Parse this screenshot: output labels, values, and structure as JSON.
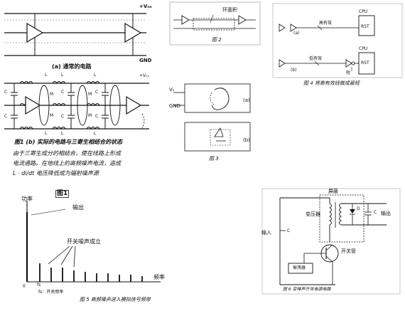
{
  "page_label": "图1",
  "fig1": {
    "vcc": "+Vₙₙ",
    "gnd": "GND",
    "caption_a": "(a) 通常的电路",
    "caption_b": "图1 (b) 实际的电路与三寄生相结合的状态",
    "desc_line1": "由于三寄生成分的相结合，使在线路上形成",
    "desc_line2": "电流通路。在地线上的高频噪声电流，造成",
    "desc_line3": "L · di/dt 电压降低成为辐射噪声源",
    "L": "L",
    "C": "C",
    "M": "M",
    "plus_vcc": "+Vₙₙ"
  },
  "fig2": {
    "annotation": "环面积",
    "caption": "图 2"
  },
  "fig3": {
    "vs": "Vₛ",
    "gnd": "GND",
    "label_a": "(a)",
    "label_b": "(b)",
    "caption": "图 3"
  },
  "fig4": {
    "cpu_top": "CPU",
    "rst_top": "RST",
    "high_active": "高有效",
    "label_a": "(a)",
    "cpu_bottom": "CPU",
    "rst_bottom": "RST",
    "low_active": "低有效",
    "label_b": "(b)",
    "short": "短",
    "caption": "图 4 将高有效线做成最短"
  },
  "fig5": {
    "y_label": "功率",
    "output_label": "输出",
    "noise_label": "开关噪声成立",
    "x_label": "频率",
    "origin": "0",
    "fs_tick": "fs",
    "fs_note": "fs：开关频率",
    "caption": "图 5 高频噪声进入模拟信号频带"
  },
  "fig6": {
    "shield": "屏蔽",
    "transformer": "变压器",
    "d": "D",
    "c_out": "C",
    "output": "输出",
    "input": "输入",
    "c_in": "C",
    "switch_tube": "开关管",
    "oscillator": "振荡器",
    "caption": "图 6 变噪声开关电源电路"
  }
}
